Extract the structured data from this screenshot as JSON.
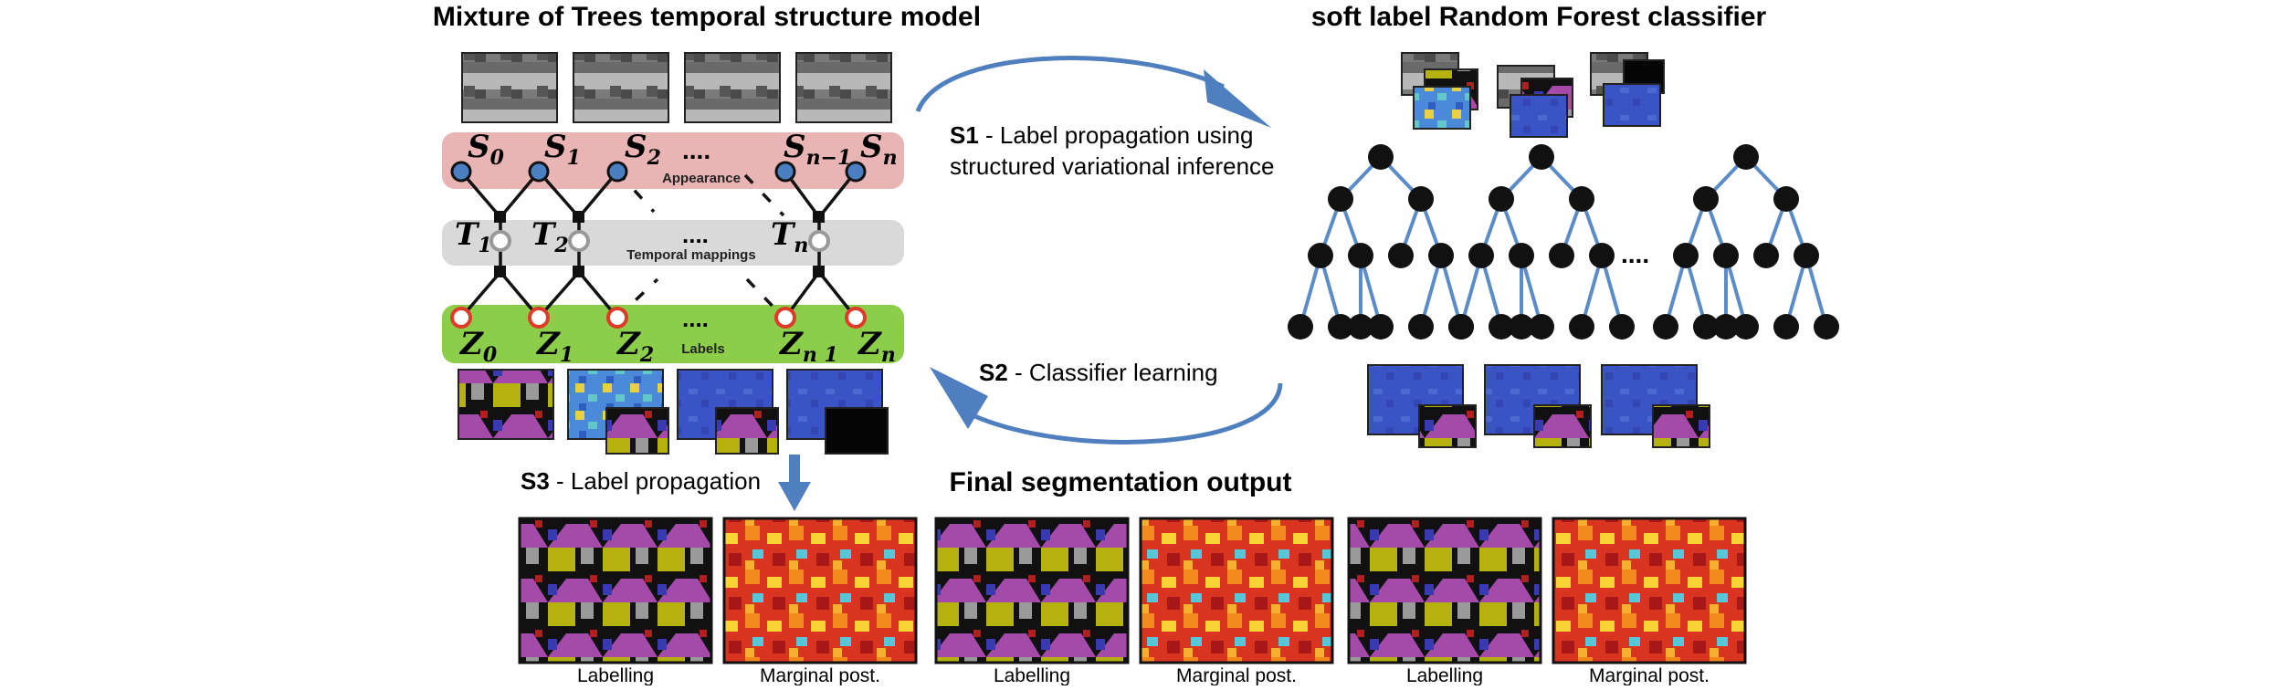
{
  "left_panel": {
    "title": "Mixture of Trees temporal structure model",
    "appearance_label": "Appearance",
    "temporal_label": "Temporal mappings",
    "labels_label": "Labels",
    "dots": "....",
    "s_vars": [
      {
        "base": "S",
        "sub": "0"
      },
      {
        "base": "S",
        "sub": "1"
      },
      {
        "base": "S",
        "sub": "2"
      },
      {
        "base": "S",
        "sub": "n−1"
      },
      {
        "base": "S",
        "sub": "n"
      }
    ],
    "t_vars": [
      {
        "base": "T",
        "sub": "1"
      },
      {
        "base": "T",
        "sub": "2"
      },
      {
        "base": "T",
        "sub": "n"
      }
    ],
    "z_vars": [
      {
        "base": "Z",
        "sub": "0"
      },
      {
        "base": "Z",
        "sub": "1"
      },
      {
        "base": "Z",
        "sub": "2"
      },
      {
        "base": "Z",
        "sub": "n 1"
      },
      {
        "base": "Z",
        "sub": "n"
      }
    ],
    "colors": {
      "appearance": "#e8b4b4",
      "temporal": "#d9d9d9",
      "labels": "#8ccd4a",
      "s_node": "#4a7fc1",
      "z_node": "#e03a2a"
    }
  },
  "right_panel": {
    "title": "soft label Random Forest classifier",
    "dots": "....",
    "tree_count_shown": 3,
    "colors": {
      "edge": "#5b8cc8",
      "node": "#111111"
    }
  },
  "steps": {
    "s1": {
      "tag": "S1",
      "line1": " - Label propagation using",
      "line2": "structured variational inference"
    },
    "s2": {
      "tag": "S2",
      "text": " - Classifier learning"
    },
    "s3": {
      "tag": "S3",
      "text": " - Label propagation"
    },
    "arrow_color": "#4f7fbf"
  },
  "output": {
    "title": "Final segmentation output",
    "captions": [
      "Labelling",
      "Marginal post.",
      "Labelling",
      "Marginal post.",
      "Labelling",
      "Marginal post."
    ]
  }
}
